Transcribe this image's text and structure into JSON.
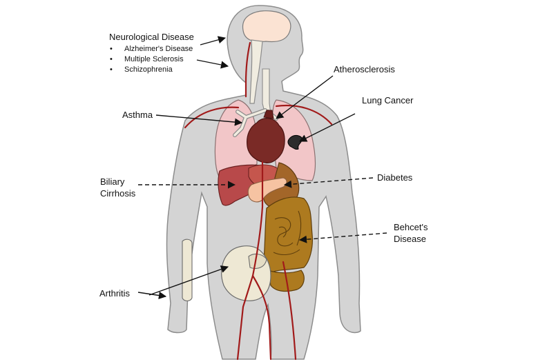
{
  "labels": {
    "neuro_title": "Neurological Disease",
    "neuro_items": [
      "Alzheimer's Disease",
      "Multiple Sclerosis",
      "Schizophrenia"
    ],
    "atherosclerosis": "Atherosclerosis",
    "lung_cancer": "Lung Cancer",
    "asthma": "Asthma",
    "biliary_line1": "Biliary",
    "biliary_line2": "Cirrhosis",
    "diabetes": "Diabetes",
    "behcets_line1": "Behcet's",
    "behcets_line2": "Disease",
    "arthritis": "Arthritis"
  },
  "colors": {
    "body_fill": "#d4d4d4",
    "body_stroke": "#8c8c8c",
    "brain": "#fbe3d3",
    "spine": "#f0ece0",
    "lungs": "#f2c6c8",
    "heart": "#7a2a26",
    "liver": "#b8494a",
    "stomach": "#a36629",
    "pancreas": "#f6c3a2",
    "intestine": "#ad7a1f",
    "bladder": "#eee8d4",
    "tumor": "#2c2c2c",
    "vessel": "#a11a1a",
    "arrow": "#111111"
  }
}
